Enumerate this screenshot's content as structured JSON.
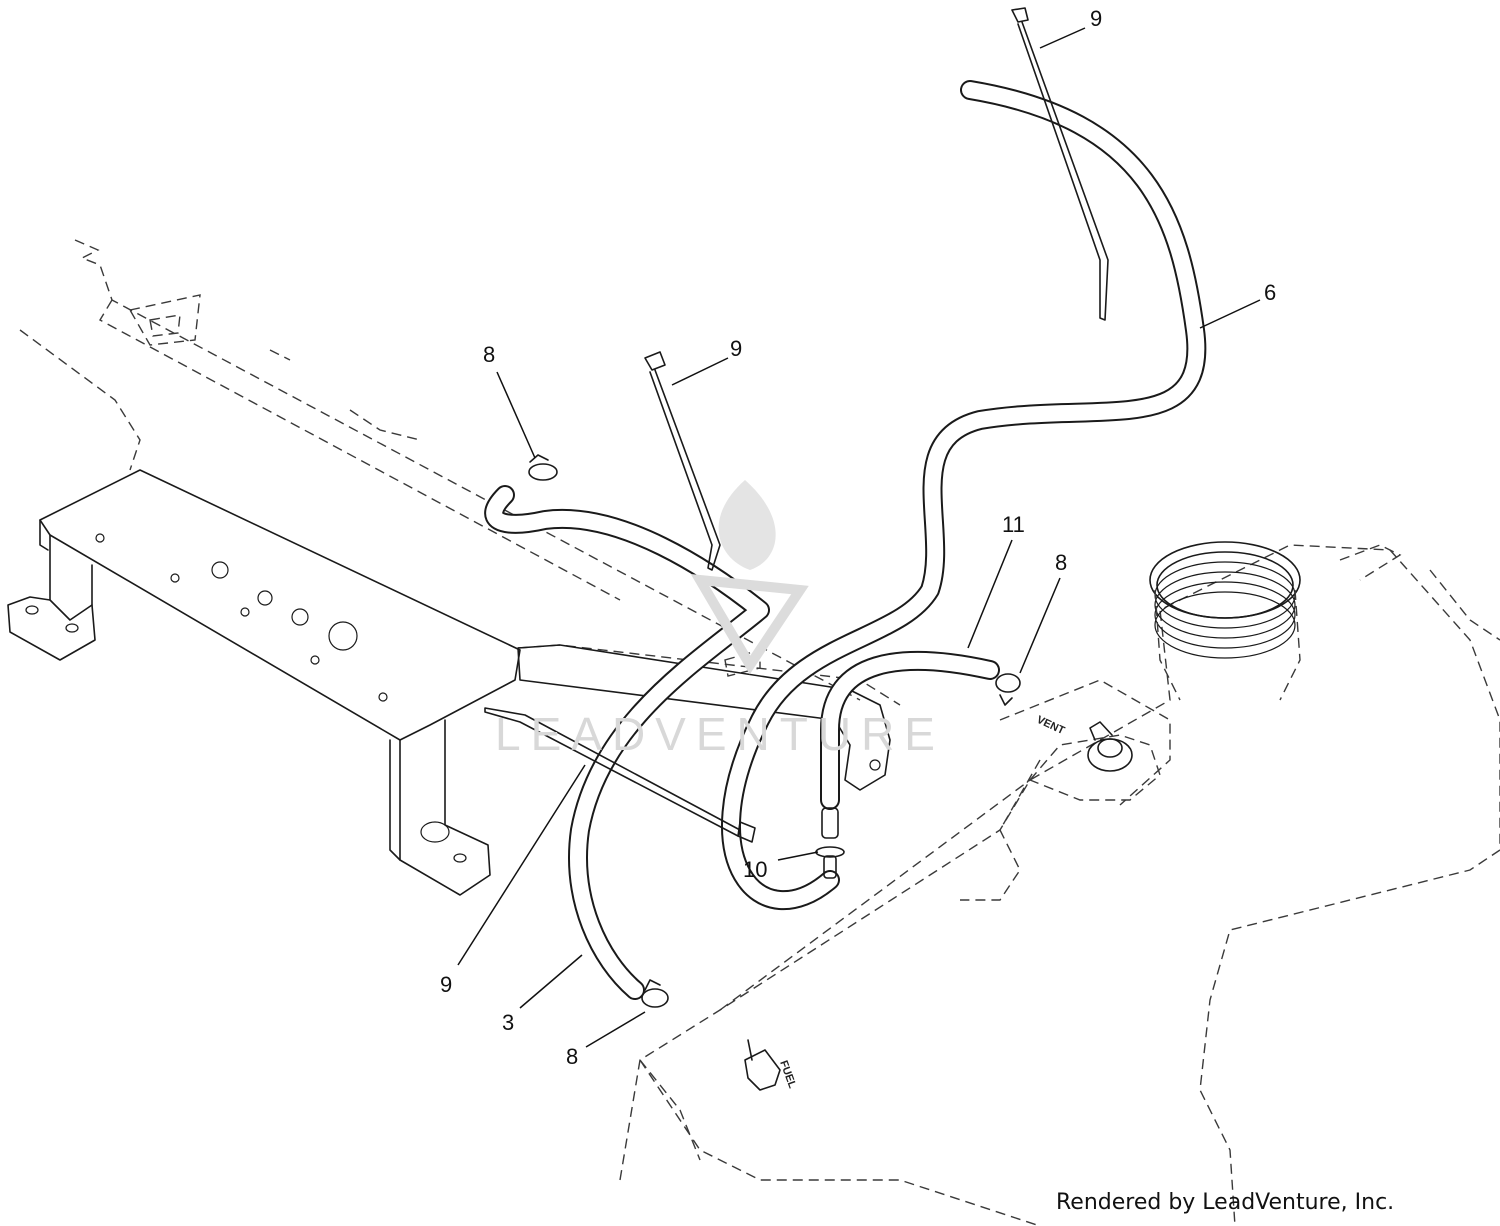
{
  "callouts": [
    {
      "id": "c1",
      "label": "9"
    },
    {
      "id": "c2",
      "label": "6"
    },
    {
      "id": "c3",
      "label": "8"
    },
    {
      "id": "c4",
      "label": "9"
    },
    {
      "id": "c5",
      "label": "11"
    },
    {
      "id": "c6",
      "label": "8"
    },
    {
      "id": "c7",
      "label": "10"
    },
    {
      "id": "c8",
      "label": "9"
    },
    {
      "id": "c9",
      "label": "3"
    },
    {
      "id": "c10",
      "label": "8"
    }
  ],
  "tank_labels": {
    "vent": "VENT",
    "fuel": "FUEL"
  },
  "watermark": "LEADVENTURE",
  "footer": "Rendered by LeadVenture, Inc."
}
